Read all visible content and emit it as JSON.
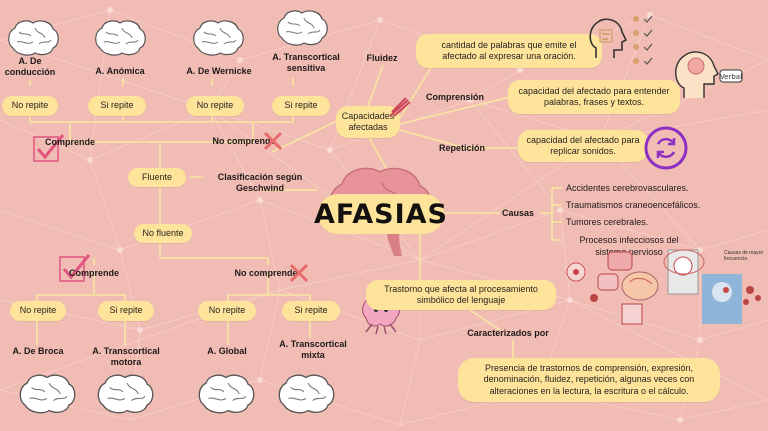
{
  "title": "AFASIAS",
  "classification": "Clasificación según Geschwind",
  "fluent": {
    "label": "Fluente",
    "types": [
      "A. De conducción",
      "A. Anómica",
      "A. De Wernicke",
      "A. Transcortical sensitiva"
    ],
    "repeat": [
      "No repite",
      "Si repite",
      "No repite",
      "Si repite"
    ],
    "comprende": "Comprende",
    "no_comprende": "No comprende"
  },
  "non_fluent": {
    "label": "No fluente",
    "comprende": "Comprende",
    "no_comprende": "No comprende",
    "repeat": [
      "No repite",
      "Si repite",
      "No repite",
      "Si repite"
    ],
    "types": [
      "A. De Broca",
      "A. Transcortical motora",
      "A. Global",
      "A. Transcortical mixta"
    ]
  },
  "capacities": {
    "label": "Capacidades afectadas",
    "fluidez": {
      "label": "Fluidez",
      "desc": "cantidad de palabras que emite el afectado al expresar una oración."
    },
    "comprension": {
      "label": "Comprensión",
      "desc": "capacidad del afectado para entender palabras, frases y textos."
    },
    "repeticion": {
      "label": "Repetición",
      "desc": "capacidad del afectado para replicar sonidos."
    }
  },
  "causes": {
    "label": "Causas",
    "items": [
      "Accidentes cerebrovasculares.",
      "Traumatismos craneoencefálicos.",
      "Tumores  cerebrales.",
      "Procesos infecciosos del sistema nervioso"
    ],
    "caption": "Causas de mayor frecuencia"
  },
  "definition": "Trastorno que afecta al procesamiento simbólico del lenguaje",
  "characterized": {
    "label": "Caracterizados por",
    "desc": "Presencia de trastornos de comprensión, expresión, denominación, fluidez, repetición, algunas veces con alteraciones en la lectura, la escritura o el cálculo."
  },
  "verbal_tag": "Verbal",
  "colors": {
    "background": "#f1bcb3",
    "pill": "#fde49a",
    "line": "#f3e6a3",
    "cross": "#e86b6b",
    "check": "#e05580",
    "repeat_icon": "#8e2fc4"
  }
}
